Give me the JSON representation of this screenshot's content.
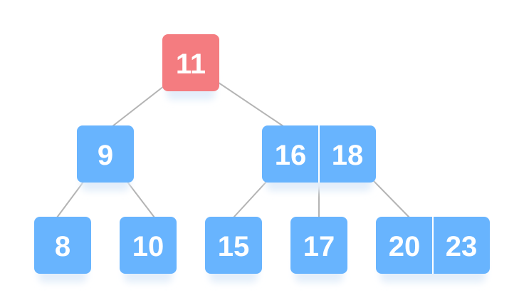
{
  "colors": {
    "root": "#f47c80",
    "node": "#68b4fe",
    "edge": "#b4b4b4",
    "divider": "#ffffff",
    "shadow": "#e3eefa"
  },
  "tree": {
    "root": {
      "keys": [
        "11"
      ]
    },
    "level1": [
      {
        "keys": [
          "9"
        ]
      },
      {
        "keys": [
          "16",
          "18"
        ]
      }
    ],
    "level2": [
      {
        "keys": [
          "8"
        ]
      },
      {
        "keys": [
          "10"
        ]
      },
      {
        "keys": [
          "15"
        ]
      },
      {
        "keys": [
          "17"
        ]
      },
      {
        "keys": [
          "20",
          "23"
        ]
      }
    ]
  }
}
